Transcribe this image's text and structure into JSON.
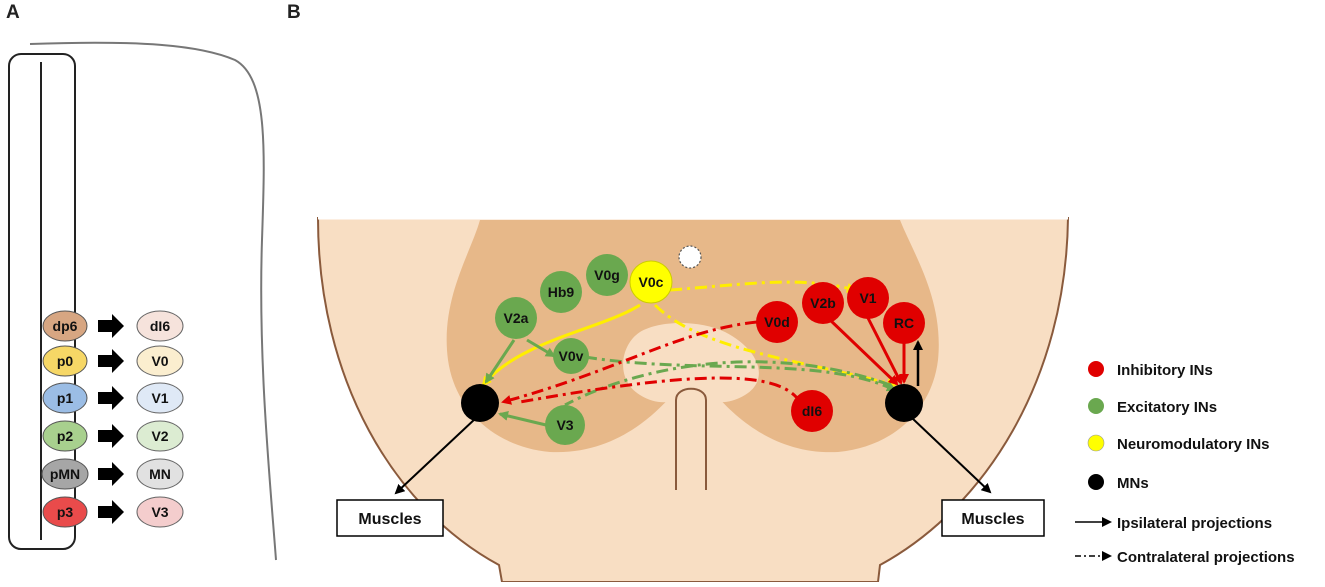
{
  "panels": {
    "a": "A",
    "b": "B"
  },
  "progenitors": [
    {
      "from": "dp6",
      "to": "dI6",
      "from_color": "#d7a682",
      "to_color": "#f6e3dc"
    },
    {
      "from": "p0",
      "to": "V0",
      "from_color": "#f6d766",
      "to_color": "#fbeecf"
    },
    {
      "from": "p1",
      "to": "V1",
      "from_color": "#9bbde5",
      "to_color": "#dfe9f6"
    },
    {
      "from": "p2",
      "to": "V2",
      "from_color": "#a8d08e",
      "to_color": "#dcecd2"
    },
    {
      "from": "pMN",
      "to": "MN",
      "from_color": "#a6a6a6",
      "to_color": "#e1e1e1"
    },
    {
      "from": "p3",
      "to": "V3",
      "from_color": "#e94b4b",
      "to_color": "#f4cdcd"
    }
  ],
  "nodes": {
    "v2a": "V2a",
    "hb9": "Hb9",
    "v0g": "V0g",
    "v0c": "V0c",
    "v0v": "V0v",
    "v3": "V3",
    "v2b": "V2b",
    "v1": "V1",
    "rc": "RC",
    "v0d": "V0d",
    "di6": "dI6"
  },
  "muscles": {
    "left": "Muscles",
    "right": "Muscles"
  },
  "legend": [
    {
      "label": "Inhibitory INs",
      "kind": "dot",
      "color": "#e00000"
    },
    {
      "label": "Excitatory INs",
      "kind": "dot",
      "color": "#6aa84f"
    },
    {
      "label": "Neuromodulatory INs",
      "kind": "dot",
      "color": "#ffff00"
    },
    {
      "label": "MNs",
      "kind": "dot",
      "color": "#000000"
    },
    {
      "label": "Ipsilateral projections",
      "kind": "solid-arrow"
    },
    {
      "label": "Contralateral projections",
      "kind": "dashdot-arrow"
    }
  ],
  "colors": {
    "white_matter": "#f8dec3",
    "grey_matter": "#e7b889",
    "inhibitory": "#e00000",
    "excitatory": "#6aa84f",
    "neuromodulatory": "#ffff00",
    "mn": "#000000"
  }
}
